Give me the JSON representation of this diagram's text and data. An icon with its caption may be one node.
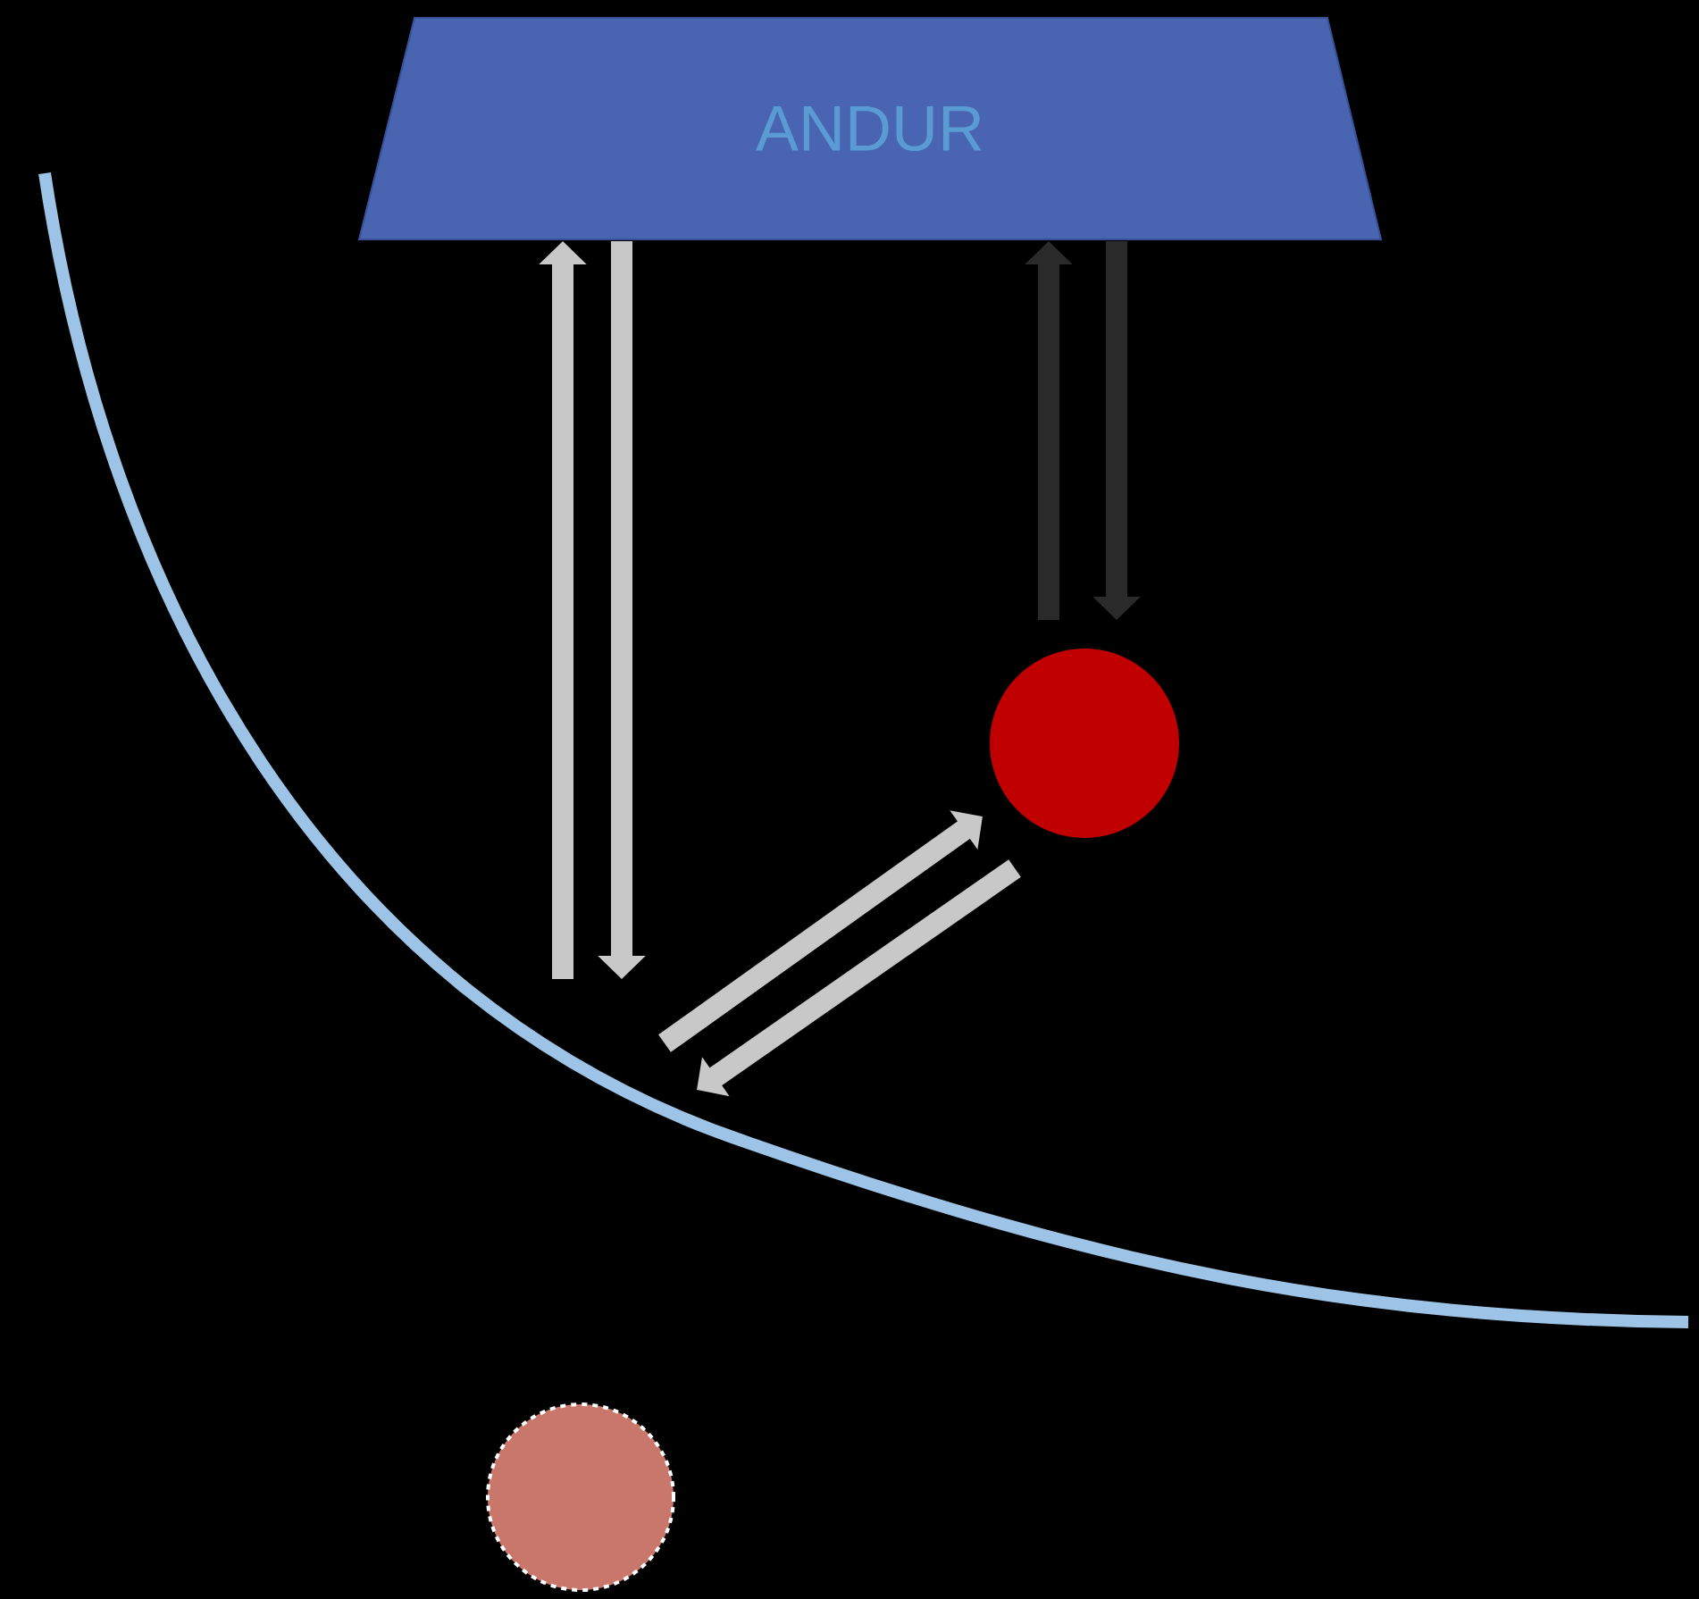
{
  "diagram": {
    "nodes": [
      {
        "text": [
          "ANDUR"
        ]
      },
      {
        "text": [],
        "shape": "circle"
      },
      {
        "text": [],
        "shape": "circle"
      }
    ],
    "edges": [
      {
        "from": null,
        "to": 0,
        "arrow": "to"
      },
      {
        "from": 0,
        "to": null,
        "arrow": "to"
      },
      {
        "from": null,
        "to": 1,
        "arrow": "to"
      },
      {
        "from": 1,
        "to": null,
        "arrow": "to"
      },
      {
        "from": 1,
        "to": 0,
        "arrow": "to",
        "color": "#2a2a2a"
      },
      {
        "from": 0,
        "to": 1,
        "arrow": "to",
        "color": "#2a2a2a"
      }
    ]
  }
}
